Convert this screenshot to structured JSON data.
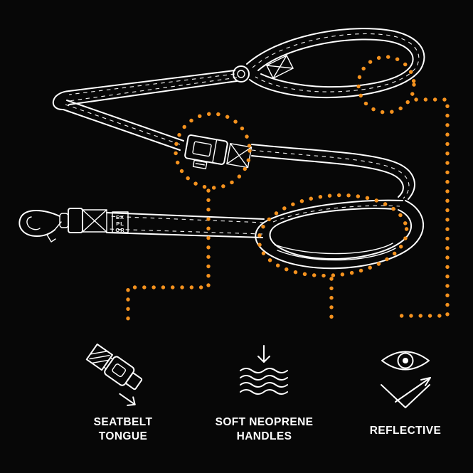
{
  "colors": {
    "background": "#070707",
    "line": "#ffffff",
    "accent": "#f5921e"
  },
  "leash": {
    "brand_lines": [
      "EX",
      "PL",
      "OR"
    ]
  },
  "features": [
    {
      "id": "seatbelt-tongue",
      "label": "SEATBELT\nTONGUE",
      "icon": "seatbelt-tongue-icon"
    },
    {
      "id": "soft-neoprene-handles",
      "label": "SOFT NEOPRENE\nHANDLES",
      "icon": "arrow-down-over-layers-icon"
    },
    {
      "id": "reflective",
      "label": "REFLECTIVE",
      "icon": "eye-with-reflection-arrow-icon"
    }
  ],
  "callouts": [
    {
      "target": "top-handle-webbing",
      "shape": "dotted-circle"
    },
    {
      "target": "adjuster-buckle",
      "shape": "dotted-circle"
    },
    {
      "target": "neoprene-handle-loop",
      "shape": "dotted-ellipse"
    }
  ]
}
